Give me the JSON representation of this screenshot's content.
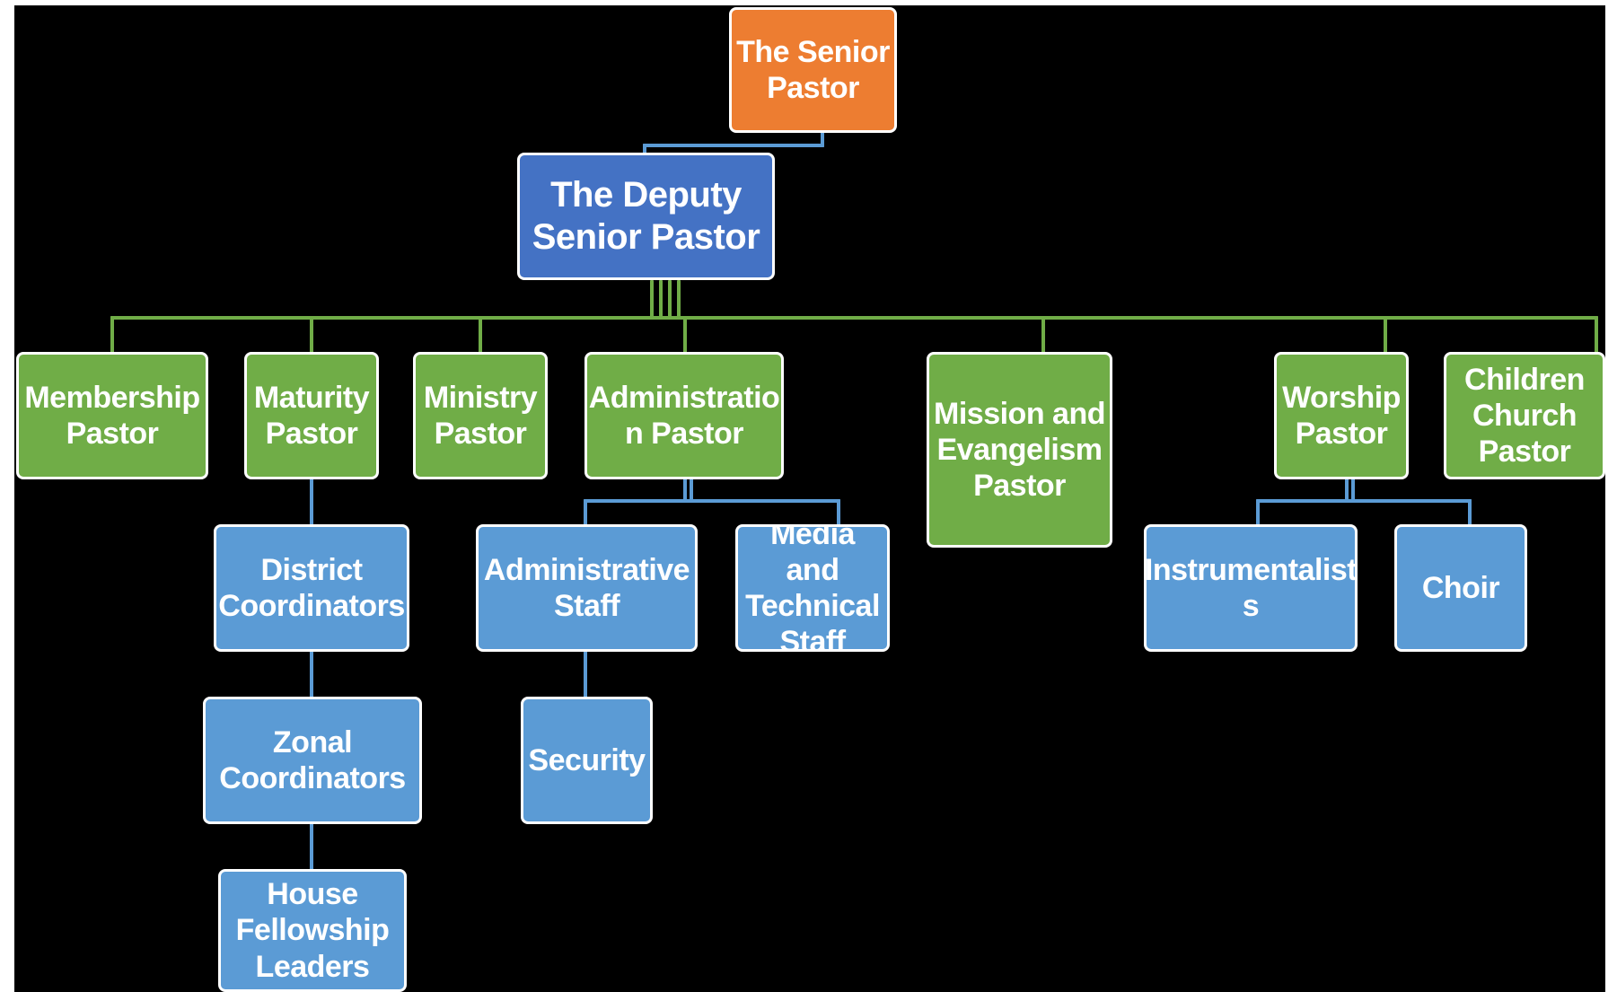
{
  "colors": {
    "background": "#000000",
    "top": "#ed7d31",
    "deputy": "#4472c4",
    "pastor": "#70ad47",
    "team": "#5b9bd5",
    "connector_blue": "#5b9bd5",
    "connector_green": "#70ad47",
    "border": "#ffffff"
  },
  "nodes": {
    "senior_pastor": "The Senior Pastor",
    "deputy_senior_pastor": "The Deputy Senior Pastor",
    "membership_pastor": "Membership Pastor",
    "maturity_pastor": "Maturity Pastor",
    "ministry_pastor": "Ministry Pastor",
    "administration_pastor": "Administratio n Pastor",
    "mission_evangelism_pastor": "Mission and Evangelism Pastor",
    "worship_pastor": "Worship Pastor",
    "children_church_pastor": "Children Church Pastor",
    "district_coordinators": "District Coordinators",
    "zonal_coordinators": "Zonal Coordinators",
    "house_fellowship_leaders": "House Fellowship Leaders",
    "administrative_staff": "Administrative Staff",
    "media_technical_staff": "Media and Technical Staff",
    "security": "Security",
    "instrumentalists": "Instrumentalist s",
    "choir": "Choir"
  }
}
